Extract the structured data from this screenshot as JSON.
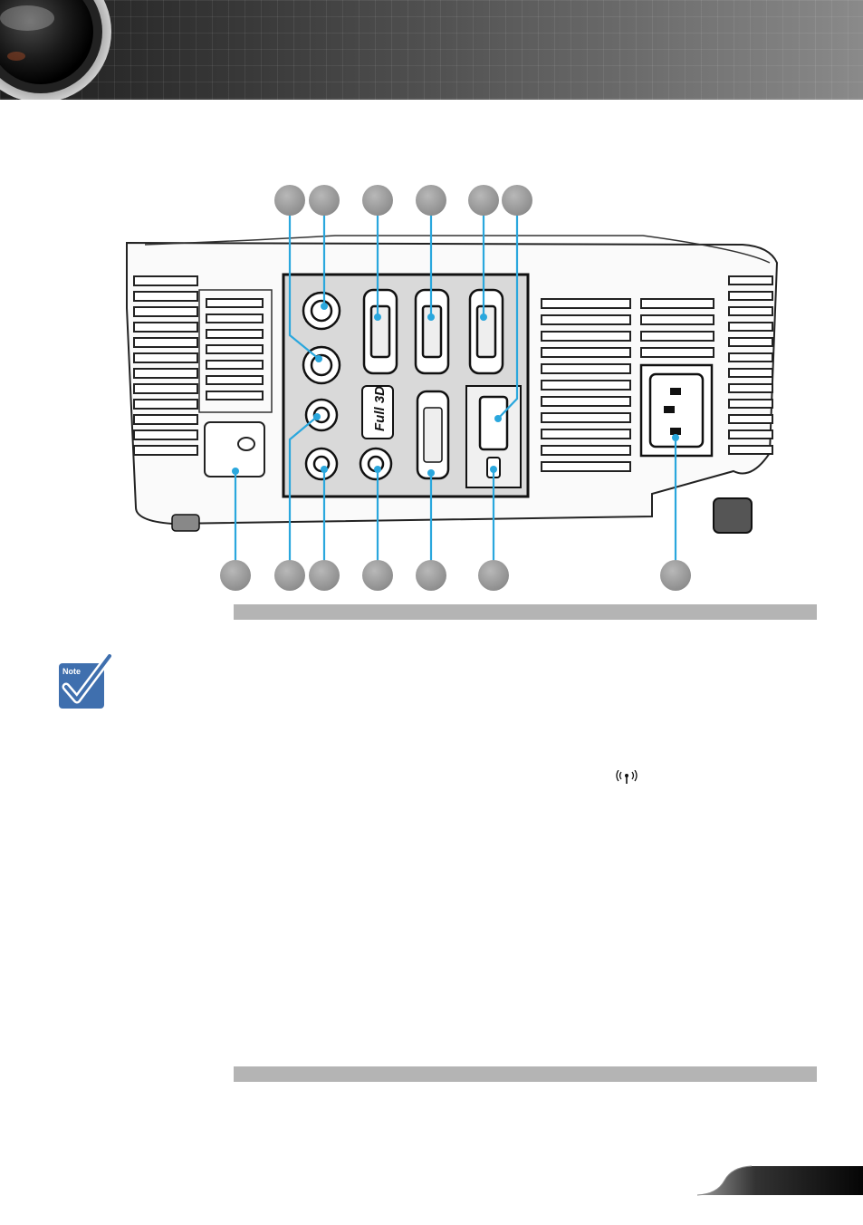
{
  "header": {
    "lens_image": "projector-lens-graphic"
  },
  "illustration": {
    "subject": "projector-rear-panel",
    "top_callouts": 6,
    "bottom_callouts": 7,
    "port_label": "Full 3D"
  },
  "note": {
    "badge_text": "Note",
    "icon": "checkmark-icon"
  },
  "wireless": {
    "icon": "wireless-antenna-icon"
  },
  "colors": {
    "callout_line": "#2aa7dd",
    "note_blue": "#3f6fae",
    "section_bar": "#b4b4b4"
  }
}
